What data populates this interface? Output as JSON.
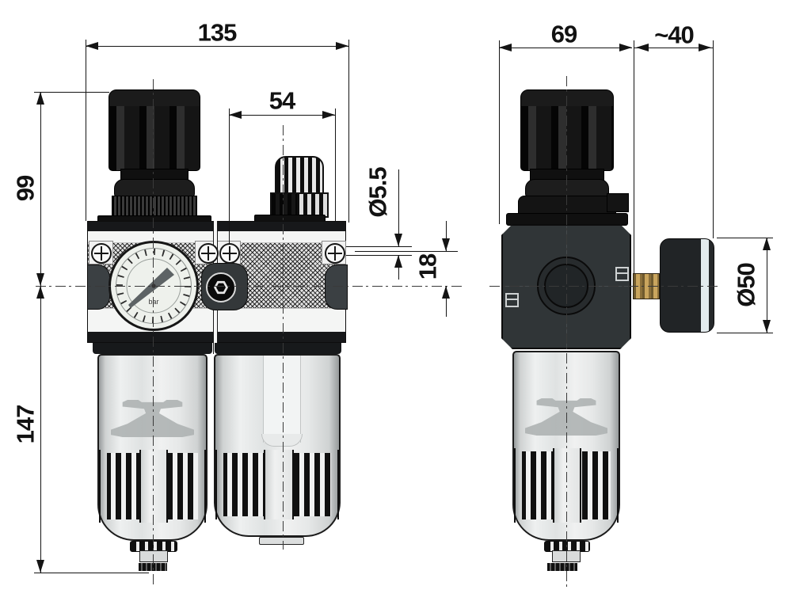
{
  "dimensions": {
    "overall_width": "135",
    "lubricator_module_width": "54",
    "height_above_center": "99",
    "height_below_center": "147",
    "mounting_hole_diameter": "Ø5.5",
    "mounting_hole_offset": "18",
    "regulator_body_width": "69",
    "gauge_depth": "~40",
    "gauge_diameter": "Ø50"
  },
  "gauge": {
    "unit": "bar"
  },
  "colors": {
    "line": "#141414",
    "part_black": "#101010",
    "body_gray": "#303537",
    "brass": "#c9a55e",
    "gauge_face": "#edf0ea",
    "bowl_gray": "#e8eaea"
  }
}
